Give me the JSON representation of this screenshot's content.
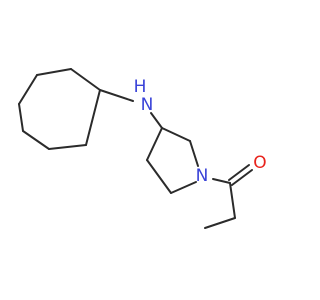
{
  "molecule": {
    "atom_labels": {
      "amine_nitrogen": "N",
      "amine_hydrogen": "H",
      "ring_nitrogen": "N",
      "carbonyl_oxygen": "O"
    },
    "colors": {
      "bond": "#2b2b2b",
      "nitrogen": "#3a43d8",
      "oxygen": "#e8231c"
    }
  }
}
